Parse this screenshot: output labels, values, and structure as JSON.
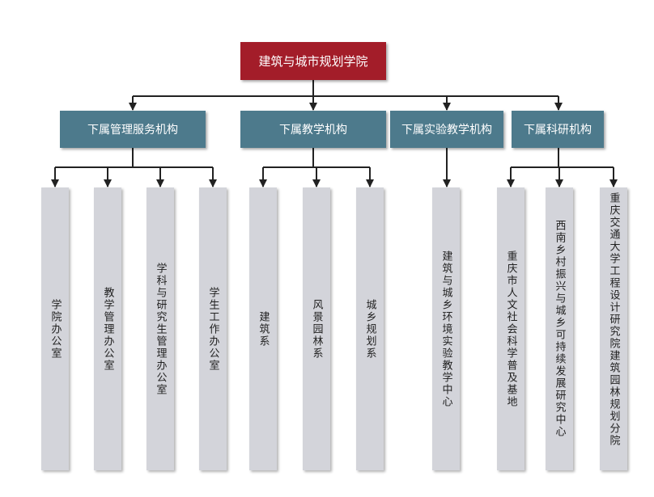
{
  "root": {
    "label": "建筑与城市规划学院"
  },
  "groups": [
    {
      "label": "下属管理服务机构",
      "units": [
        "学院办公室",
        "教学管理办公室",
        "学科与研究生管理办公室",
        "学生工作办公室"
      ]
    },
    {
      "label": "下属教学机构",
      "units": [
        "建筑系",
        "风景园林系",
        "城乡规划系"
      ]
    },
    {
      "label": "下属实验教学机构",
      "units": [
        "建筑与城乡环境实验教学中心"
      ]
    },
    {
      "label": "下属科研机构",
      "units": [
        "重庆市人文社会科学普及基地",
        "西南乡村振兴与城乡可持续发展研究中心",
        "重庆交通大学工程设计研究院建筑园林规划分院"
      ]
    }
  ],
  "colors": {
    "root": "#a31d29",
    "group": "#4d7a8c",
    "unit": "#d3d4da",
    "connector": "#222222"
  }
}
